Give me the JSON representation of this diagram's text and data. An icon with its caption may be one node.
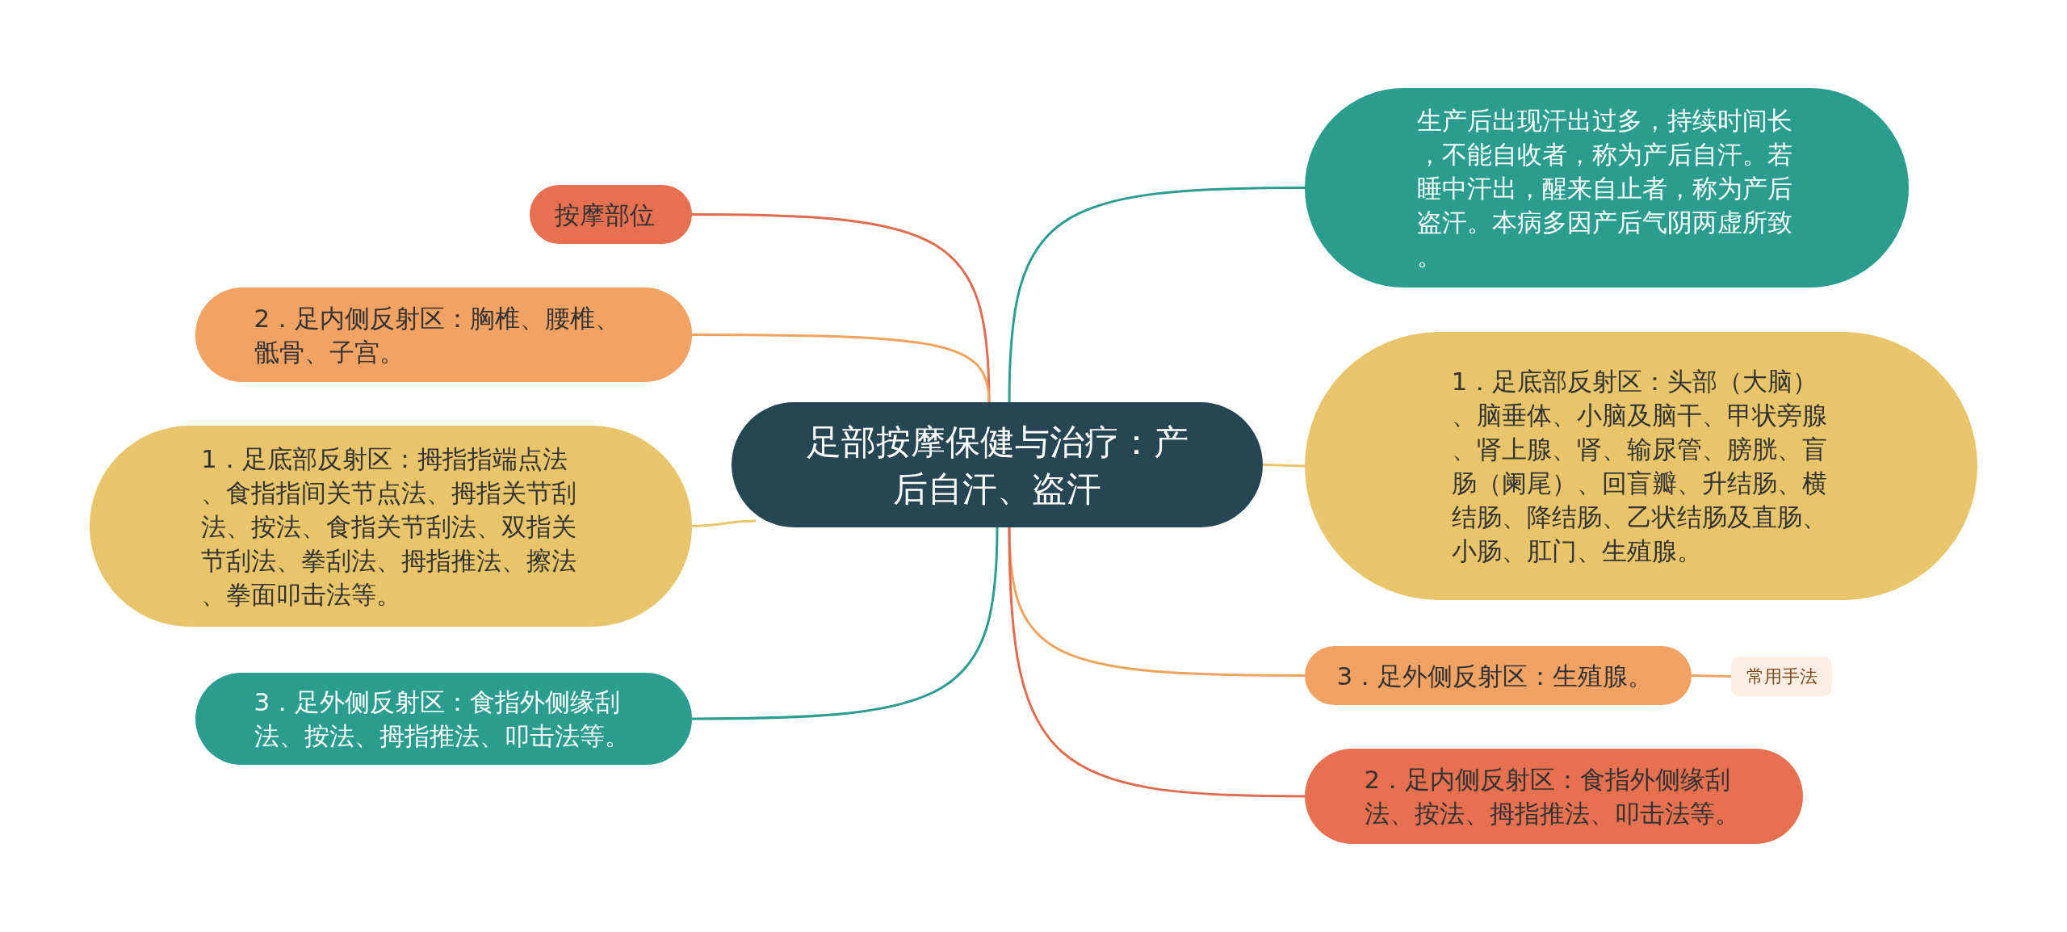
{
  "diagram": {
    "nodes": [
      {
        "text": [
          "足部按摩保健与治疗：产后自汗、盗汗"
        ]
      },
      {
        "text": [
          "按摩部位"
        ]
      },
      {
        "text": [
          "2．足内侧反射区：胸椎、腰椎、骶骨、子宫。"
        ]
      },
      {
        "text": [
          "1．足底部反射区：拇指指端点法、食指指间关节点法、拇指关节刮法、按法、食指关节刮法、双指关节刮法、拳刮法、拇指推法、擦法、拳面叩击法等。"
        ]
      },
      {
        "text": [
          "3．足外侧反射区：食指外侧缘刮法、按法、拇指推法、叩击法等。"
        ]
      },
      {
        "text": [
          "生产后出现汗出过多，持续时间长，不能自收者，称为产后自汗。若睡中汗出，醒来自止者，称为产后盗汗。本病多因产后气阴两虚所致。"
        ]
      },
      {
        "text": [
          "1．足底部反射区：头部（大脑）、脑垂体、小脑及脑干、甲状旁腺、肾上腺、肾、输尿管、膀胱、盲肠（阑尾）、回盲瓣、升结肠、横结肠、降结肠、乙状结肠及直肠、小肠、肛门、生殖腺。"
        ]
      },
      {
        "text": [
          "3．足外侧反射区：生殖腺。"
        ]
      },
      {
        "text": [
          "常用手法"
        ]
      },
      {
        "text": [
          "2．足内侧反射区：食指外侧缘刮法、按法、拇指推法、叩击法等。"
        ]
      }
    ],
    "edges": [
      {
        "from": 0,
        "to": 1,
        "arrow": "none",
        "color": "#e06c4f"
      },
      {
        "from": 0,
        "to": 2,
        "arrow": "none",
        "color": "#f0a35e"
      },
      {
        "from": 0,
        "to": 3,
        "arrow": "none",
        "color": "#e8c56a"
      },
      {
        "from": 0,
        "to": 4,
        "arrow": "none",
        "color": "#2a9d8f"
      },
      {
        "from": 0,
        "to": 5,
        "arrow": "none",
        "color": "#2a9d8f"
      },
      {
        "from": 0,
        "to": 6,
        "arrow": "none",
        "color": "#e8c56a"
      },
      {
        "from": 0,
        "to": 7,
        "arrow": "none",
        "color": "#f0a35e"
      },
      {
        "from": 7,
        "to": 8,
        "arrow": "none",
        "color": "#f0a35e"
      },
      {
        "from": 0,
        "to": 9,
        "arrow": "none",
        "color": "#e06c4f"
      }
    ]
  }
}
